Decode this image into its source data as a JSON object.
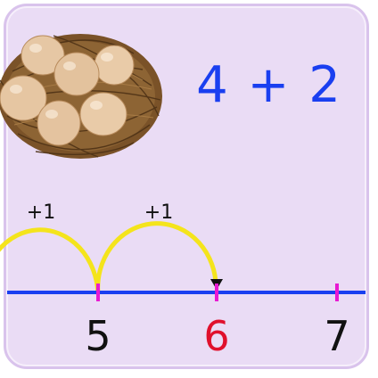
{
  "equation": "4 + 2",
  "hops": [
    "+1",
    "+1"
  ],
  "number_line": {
    "labels": [
      {
        "text": "5",
        "color": "#111111"
      },
      {
        "text": "6",
        "color": "#e0102c"
      },
      {
        "text": "7",
        "color": "#111111"
      }
    ],
    "line_color": "#1a3ff0",
    "tick_color": "#e81ad2",
    "arc_color": "#f4e41c"
  },
  "nest": {
    "egg_count": 6,
    "icon": "egg-nest-icon"
  }
}
